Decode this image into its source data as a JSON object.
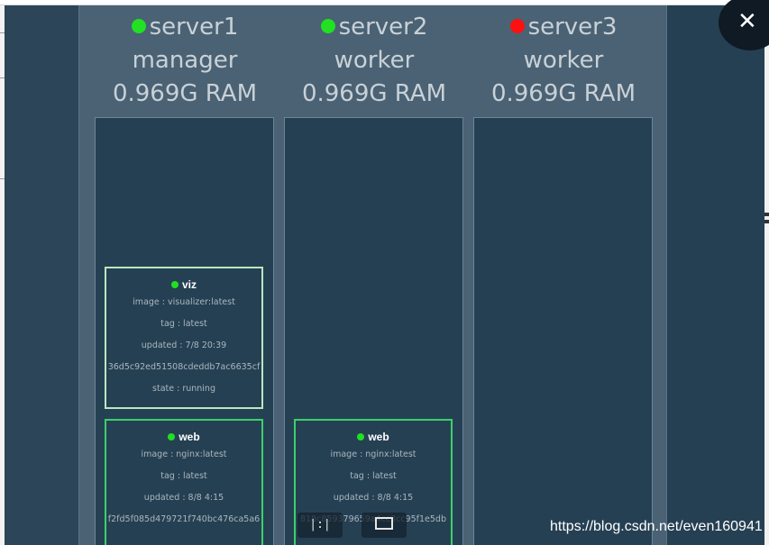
{
  "nodes": [
    {
      "name": "server1",
      "role": "manager",
      "ram": "0.969G RAM",
      "status_color": "#22e022"
    },
    {
      "name": "server2",
      "role": "worker",
      "ram": "0.969G RAM",
      "status_color": "#22e022"
    },
    {
      "name": "server3",
      "role": "worker",
      "ram": "0.969G RAM",
      "status_color": "#ff1010"
    }
  ],
  "tasks": {
    "server1_viz": {
      "title": "viz",
      "image": "image : visualizer:latest",
      "tag": "tag : latest",
      "updated": "updated : 7/8 20:39",
      "id": "36d5c92ed51508cdeddb7ac6635cf",
      "state": "state : running"
    },
    "server1_web": {
      "title": "web",
      "image": "image : nginx:latest",
      "tag": "tag : latest",
      "updated": "updated : 8/8 4:15",
      "id": "f2fd5f085d479721f740bc476ca5a6"
    },
    "server2_web": {
      "title": "web",
      "image": "image : nginx:latest",
      "tag": "tag : latest",
      "updated": "updated : 8/8 4:15",
      "id": "818c859379659a4cc3cc95f1e5db"
    }
  },
  "toolbar": {
    "split_label": "|:|",
    "fit_icon": "fit-screen-icon"
  },
  "close_icon": "close-icon",
  "close_glyph": "✕",
  "watermark": "https://blog.csdn.net/even160941",
  "colors": {
    "running": "#22e022",
    "down": "#ff1010",
    "panel": "#4a6274",
    "column": "#264053"
  }
}
